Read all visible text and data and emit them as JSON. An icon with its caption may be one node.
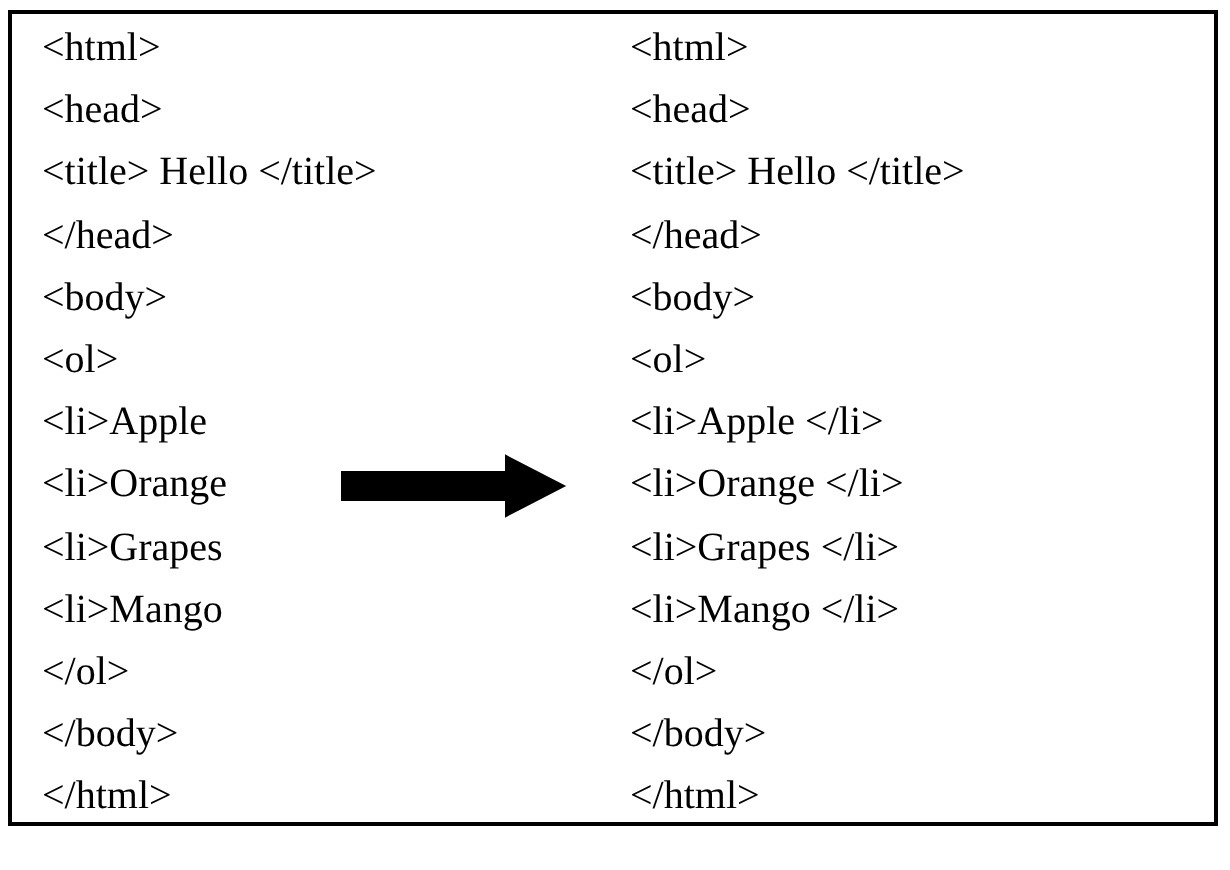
{
  "diagram": {
    "nodes": [
      {
        "text": [],
        "shape": "box"
      },
      {
        "text": [
          "<html>",
          "<head>",
          "<title> Hello </title>",
          "</head>",
          "<body>",
          "<ol>",
          "<li>Apple",
          "<li>Orange",
          "<li>Grapes",
          "<li>Mango",
          "</ol>",
          "</body>",
          "</html>"
        ],
        "in": 0
      },
      {
        "text": [
          "<html>",
          "<head>",
          "<title> Hello </title>",
          "</head>",
          "<body>",
          "<ol>",
          "<li>Apple </li>",
          "<li>Orange </li>",
          "<li>Grapes </li>",
          "<li>Mango </li>",
          "</ol>",
          "</body>",
          "</html>"
        ],
        "in": 0
      }
    ],
    "edges": [
      {
        "from": 1,
        "to": 2,
        "arrow": "to",
        "style": "thick"
      }
    ]
  }
}
